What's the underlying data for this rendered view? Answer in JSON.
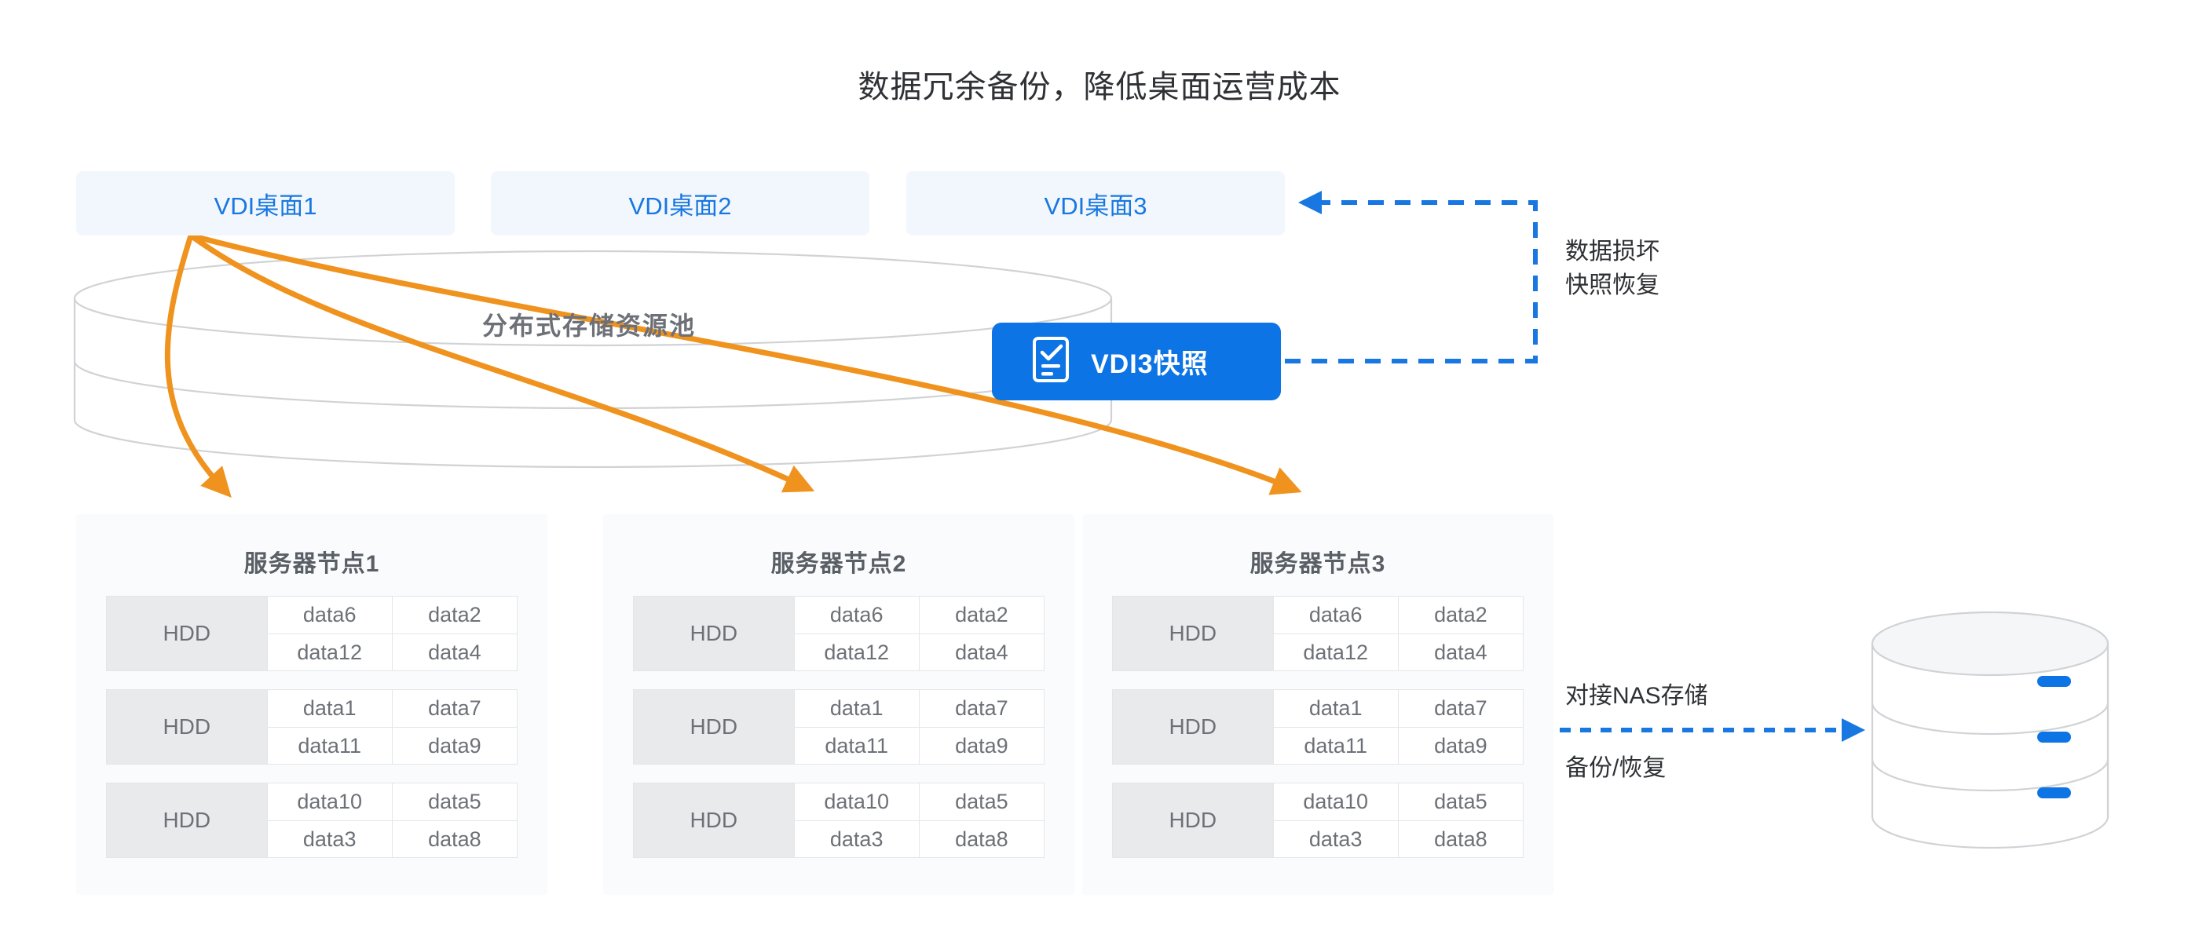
{
  "title": "数据冗余备份，降低桌面运营成本",
  "colors": {
    "accent_blue": "#0c74e4",
    "vdi_box_bg": "#f2f7fd",
    "vdi_text": "#1877e0",
    "arrow_orange": "#f0931e",
    "node_card_bg": "#fafbfc",
    "hdd_label_bg": "#e8eaec",
    "cylinder_stroke": "#d0d2d5",
    "text_dark": "#2f3135",
    "text_gray": "#6d7177"
  },
  "vdi_desktops": [
    {
      "label": "VDI桌面1"
    },
    {
      "label": "VDI桌面2"
    },
    {
      "label": "VDI桌面3"
    }
  ],
  "pool": {
    "label": "分布式存储资源池"
  },
  "snapshot": {
    "label": "VDI3快照",
    "icon": "checklist-document-icon"
  },
  "annotations": {
    "snapshot_restore": "数据损坏\n快照恢复",
    "snapshot_restore_line1": "数据损坏",
    "snapshot_restore_line2": "快照恢复",
    "nas_line1": "对接NAS存储",
    "nas_line2": "备份/恢复"
  },
  "nodes": [
    {
      "title": "服务器节点1",
      "hdds": [
        {
          "label": "HDD",
          "rows": [
            [
              "data6",
              "data2"
            ],
            [
              "data12",
              "data4"
            ]
          ]
        },
        {
          "label": "HDD",
          "rows": [
            [
              "data1",
              "data7"
            ],
            [
              "data11",
              "data9"
            ]
          ]
        },
        {
          "label": "HDD",
          "rows": [
            [
              "data10",
              "data5"
            ],
            [
              "data3",
              "data8"
            ]
          ]
        }
      ]
    },
    {
      "title": "服务器节点2",
      "hdds": [
        {
          "label": "HDD",
          "rows": [
            [
              "data6",
              "data2"
            ],
            [
              "data12",
              "data4"
            ]
          ]
        },
        {
          "label": "HDD",
          "rows": [
            [
              "data1",
              "data7"
            ],
            [
              "data11",
              "data9"
            ]
          ]
        },
        {
          "label": "HDD",
          "rows": [
            [
              "data10",
              "data5"
            ],
            [
              "data3",
              "data8"
            ]
          ]
        }
      ]
    },
    {
      "title": "服务器节点3",
      "hdds": [
        {
          "label": "HDD",
          "rows": [
            [
              "data6",
              "data2"
            ],
            [
              "data12",
              "data4"
            ]
          ]
        },
        {
          "label": "HDD",
          "rows": [
            [
              "data1",
              "data7"
            ],
            [
              "data11",
              "data9"
            ]
          ]
        },
        {
          "label": "HDD",
          "rows": [
            [
              "data10",
              "data5"
            ],
            [
              "data3",
              "data8"
            ]
          ]
        }
      ]
    }
  ],
  "nas": {
    "name": "nas-storage-stack",
    "tiers": 3
  },
  "flows": {
    "replication_arrows": 3,
    "snapshot_restore_arrow": "dashed-blue",
    "nas_backup_arrow": "dashed-blue"
  }
}
